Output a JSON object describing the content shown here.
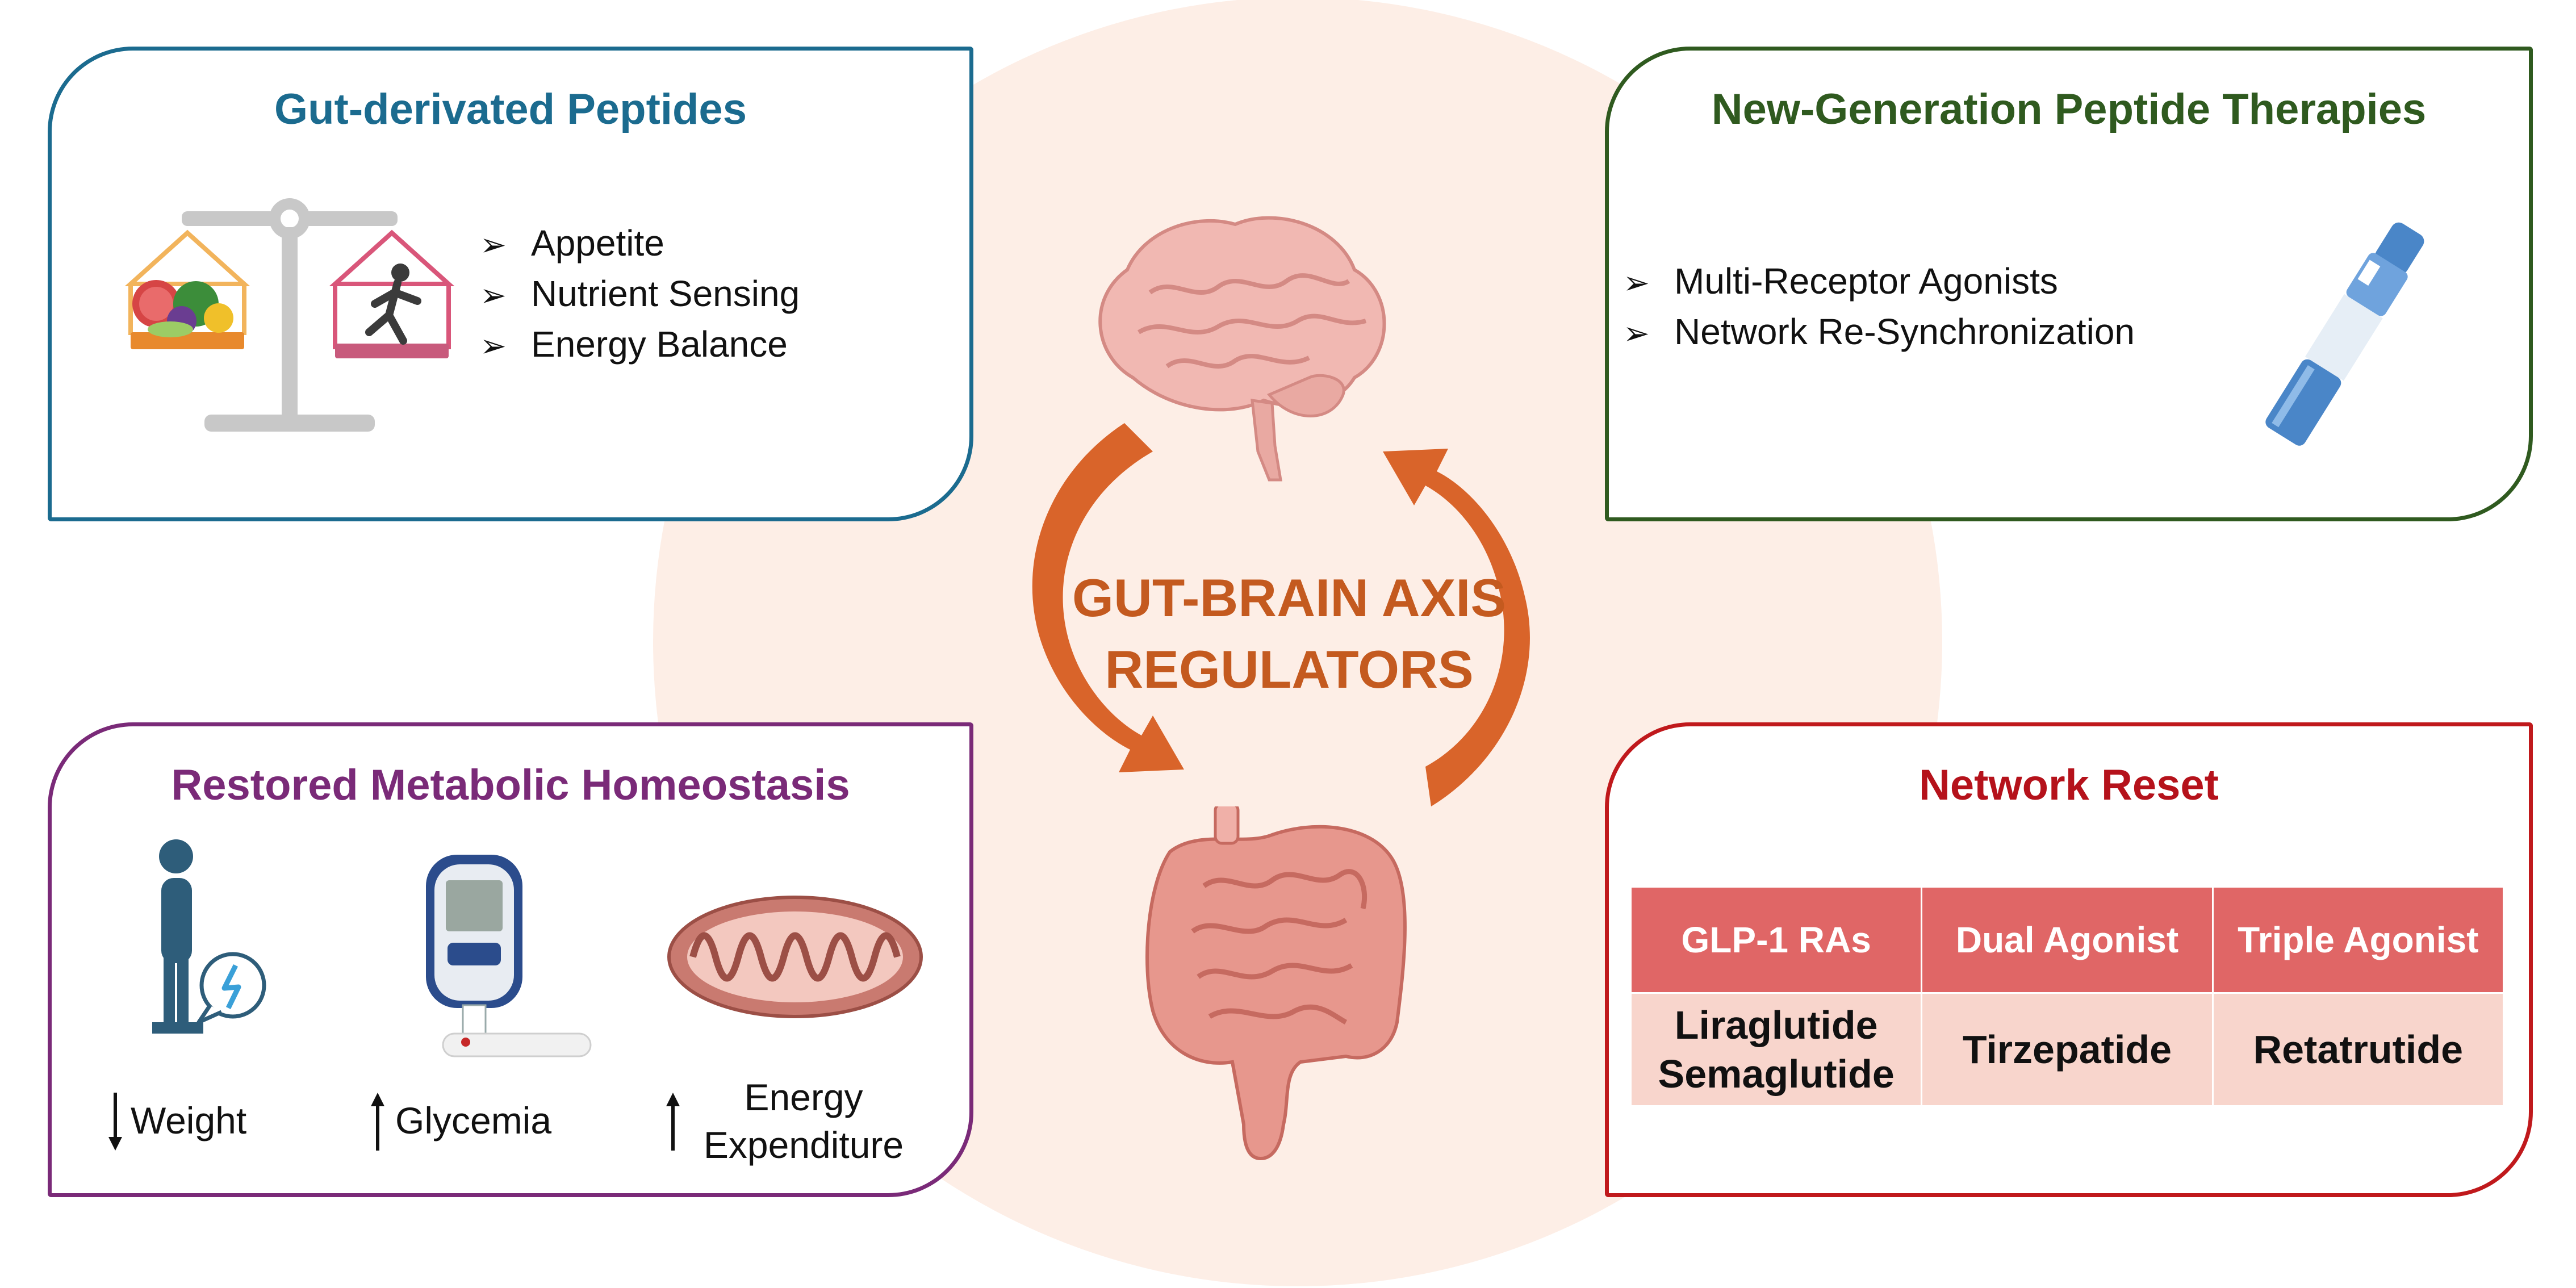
{
  "palette": {
    "background_circle": "#fdeee6",
    "gut_panel": "#1b6b8f",
    "therapy_panel": "#2f5a1f",
    "metabolic_panel": "#7a2a78",
    "reset_panel": "#c0191c",
    "center_text": "#c45a1f",
    "table_header": "#e06666",
    "table_cell": "#f8d5cc"
  },
  "center": {
    "title_line1": "GUT-BRAIN AXIS",
    "title_line2": "REGULATORS",
    "icons": [
      "brain-icon",
      "intestine-icon",
      "cycle-arrow-icon"
    ]
  },
  "gut_panel": {
    "title": "Gut-derivated Peptides",
    "bullet_marker": "➢",
    "bullets": [
      "Appetite",
      "Nutrient Sensing",
      "Energy Balance"
    ],
    "icons": [
      "balance-scale-icon",
      "food-basket-icon",
      "runner-icon"
    ]
  },
  "therapy_panel": {
    "title": "New-Generation Peptide Therapies",
    "bullet_marker": "➢",
    "bullets": [
      "Multi-Receptor Agonists",
      "Network Re-Synchronization"
    ],
    "icons": [
      "injection-pen-icon"
    ]
  },
  "metabolic_panel": {
    "title": "Restored Metabolic Homeostasis",
    "items": [
      {
        "label": "Weight",
        "direction": "down",
        "icon": "person-on-scale-icon"
      },
      {
        "label": "Glycemia",
        "direction": "up",
        "icon": "glucometer-icon"
      },
      {
        "label_line1": "Energy",
        "label_line2": "Expenditure",
        "direction": "up",
        "icon": "mitochondrion-icon"
      }
    ]
  },
  "reset_panel": {
    "title": "Network Reset",
    "table": {
      "headers": [
        "GLP-1 RAs",
        "Dual Agonist",
        "Triple Agonist"
      ],
      "rows": [
        [
          [
            "Liraglutide",
            "Semaglutide"
          ],
          [
            "Tirzepatide"
          ],
          [
            "Retatrutide"
          ]
        ]
      ]
    }
  }
}
